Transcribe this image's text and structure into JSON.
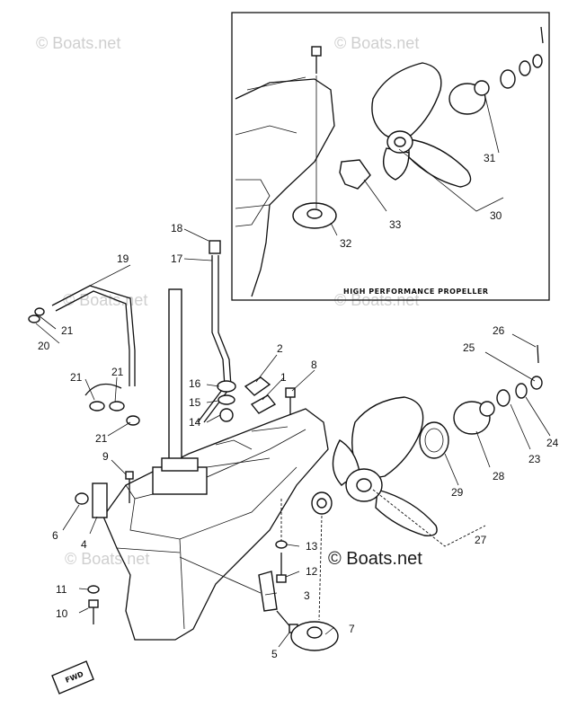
{
  "watermarks": {
    "top_left": "© Boats.net",
    "top_right": "© Boats.net",
    "mid": "© Boats.net",
    "inset_mid": "© Boats.net",
    "lower_left": "© Boats.net",
    "lower_right": "© Boats.net"
  },
  "inset": {
    "caption": "HIGH PERFORMANCE PROPELLER"
  },
  "fwd_label": "FWD",
  "callouts": {
    "p1": "1",
    "p2": "2",
    "p3": "3",
    "p4": "4",
    "p5": "5",
    "p6": "6",
    "p7": "7",
    "p8": "8",
    "p9": "9",
    "p10": "10",
    "p11": "11",
    "p12": "12",
    "p13": "13",
    "p14": "14",
    "p15": "15",
    "p16": "16",
    "p17": "17",
    "p18": "18",
    "p19": "19",
    "p20": "20",
    "p21a": "21",
    "p21b": "21",
    "p21c": "21",
    "p21d": "21",
    "p23": "23",
    "p24": "24",
    "p25": "25",
    "p26": "26",
    "p27": "27",
    "p28": "28",
    "p29": "29",
    "p30": "30",
    "p31": "31",
    "p32": "32",
    "p33": "33"
  }
}
